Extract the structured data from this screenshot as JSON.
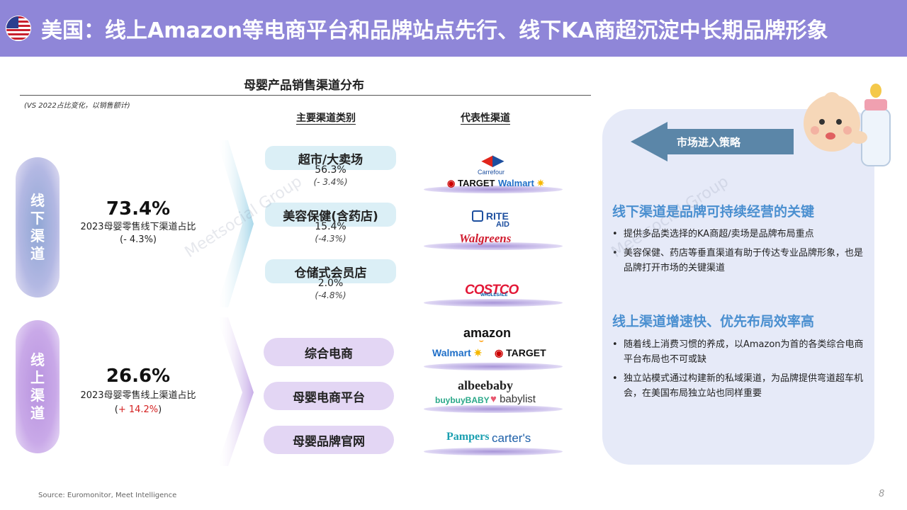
{
  "header": {
    "title": "美国：线上Amazon等电商平台和品牌站点先行、线下KA商超沉淀中长期品牌形象",
    "flag_icon": "us-flag-icon",
    "colors": {
      "header_bg": "#8f86d8",
      "accent_blue": "#4a8fd0",
      "red": "#d42020"
    }
  },
  "section": {
    "title": "母婴产品销售渠道分布",
    "note": "(VS 2022占比变化，以销售额计)",
    "col_main": "主要渠道类别",
    "col_rep": "代表性渠道"
  },
  "offline": {
    "label": "线下渠道",
    "pct": "73.4%",
    "desc": "2023母婴零售线下渠道占比",
    "change": "(- 4.3%)",
    "channels": [
      {
        "name": "超市/大卖场",
        "pct": "56.3%",
        "change": "(- 3.4%)"
      },
      {
        "name": "美容保健(含药店)",
        "pct": "15.4%",
        "change": "(-4.3%)"
      },
      {
        "name": "仓储式会员店",
        "pct": "2.0%",
        "change": "(-4.8%)"
      }
    ]
  },
  "online": {
    "label": "线上渠道",
    "pct": "26.6%",
    "desc": "2023母婴零售线上渠道占比",
    "change_open": "(",
    "change_value": "+ 14.2%",
    "change_close": ")",
    "channels": [
      {
        "name": "综合电商"
      },
      {
        "name": "母婴电商平台"
      },
      {
        "name": "母婴品牌官网"
      }
    ]
  },
  "logos": {
    "carrefour": "Carrefour",
    "target": "TARGET",
    "walmart": "Walmart",
    "rite1": "RITE",
    "rite2": "AID",
    "walgreens": "Walgreens",
    "costco": "COSTCO",
    "costco_sub": "WHOLESALE",
    "amazon": "amazon",
    "albeebaby": "albeebaby",
    "buybuybaby": "buybuyBABY",
    "babylist": "babylist",
    "pampers": "Pampers",
    "carters": "carter's"
  },
  "panel": {
    "arrow_label": "市场进入策略",
    "offline_head": "线下渠道是品牌可持续经营的关键",
    "offline_points": [
      "提供多品类选择的KA商超/卖场是品牌布局重点",
      "美容保健、药店等垂直渠道有助于传达专业品牌形象，也是品牌打开市场的关键渠道"
    ],
    "online_head": "线上渠道增速快、优先布局效率高",
    "online_points": [
      "随着线上消费习惯的养成，以Amazon为首的各类综合电商平台布局也不可或缺",
      "独立站模式通过构建新的私域渠道，为品牌提供弯道超车机会，在美国布局独立站也同样重要"
    ]
  },
  "watermark": "Meetsocial Group",
  "footer": {
    "source": "Source: Euromonitor, Meet Intelligence",
    "page": "8"
  }
}
